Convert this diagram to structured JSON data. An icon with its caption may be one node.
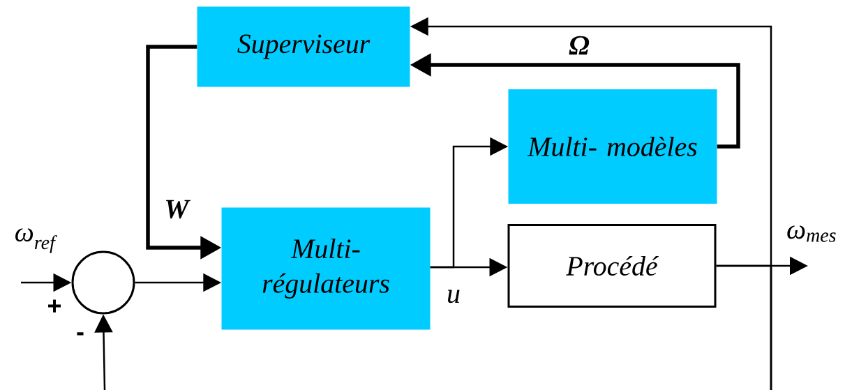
{
  "diagram": {
    "nodes": [
      {
        "text": [
          "Superviseur"
        ]
      },
      {
        "text": [
          "Multi- modèles"
        ]
      },
      {
        "text": [],
        "shape": "circle"
      },
      {
        "text": [
          "Multi- régulateurs"
        ]
      },
      {
        "text": [
          "Procédé"
        ]
      }
    ],
    "edges": [
      {
        "from": 0,
        "to": 3,
        "arrow": "to",
        "style": "thick",
        "label": "W"
      },
      {
        "from": 1,
        "to": 0,
        "arrow": "to",
        "style": "thick",
        "label": "Ω"
      },
      {
        "from": 4,
        "to": 0,
        "arrow": "to"
      },
      {
        "from": 4,
        "to": null,
        "arrow": "to",
        "label": "*ω*$_{mes}$"
      },
      {
        "from": null,
        "to": 2,
        "arrow": "to",
        "label": "*ω*$_{ref}$"
      },
      {
        "from": null,
        "to": 2,
        "arrow": "to"
      },
      {
        "from": 2,
        "to": 3,
        "arrow": "to"
      },
      {
        "from": 3,
        "to": 4,
        "arrow": "to",
        "label": "u"
      },
      {
        "from": 3,
        "to": 1,
        "arrow": "to"
      }
    ],
    "labels": [
      "+",
      "-"
    ]
  }
}
